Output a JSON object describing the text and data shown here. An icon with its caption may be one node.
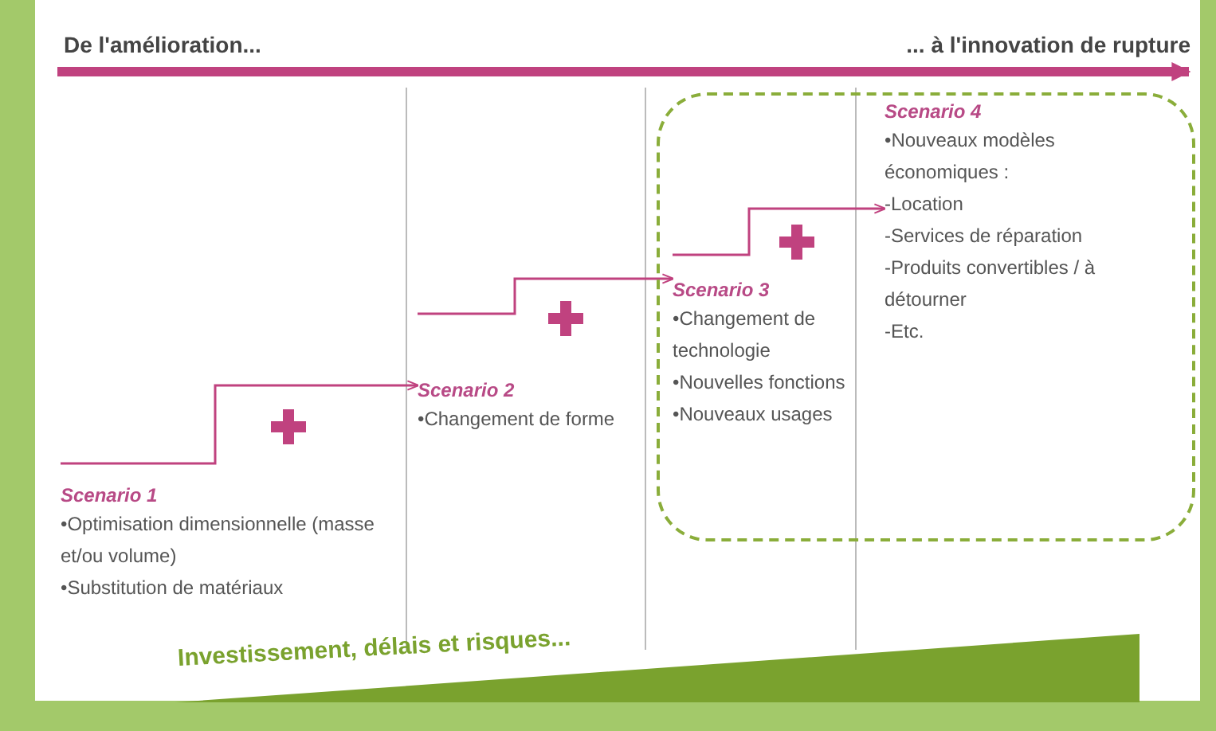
{
  "diagram": {
    "nodes": [
      {
        "text": [
          "Scenario 1",
          "•Optimisation dimensionnelle (masse et/ou volume)",
          "•Substitution de matériaux"
        ]
      },
      {
        "text": [
          "Scenario 2",
          "•Changement de forme"
        ]
      },
      {
        "text": [],
        "shape": "box"
      },
      {
        "text": [
          "Scenario 3",
          "•Changement de technologie",
          "•Nouvelles fonctions",
          "•Nouveaux usages"
        ],
        "in": 2
      },
      {
        "text": [
          "Scenario 4",
          "•Nouveaux modèles économiques :",
          "-Location",
          "-Services de réparation",
          "-Produits convertibles / à détourner",
          "-Etc."
        ],
        "in": 2
      }
    ],
    "edges": [
      {
        "from": 0,
        "to": 1,
        "arrow": "to"
      },
      {
        "from": 1,
        "to": 3,
        "arrow": "to"
      },
      {
        "from": 3,
        "to": 4,
        "arrow": "to"
      }
    ],
    "labels": [
      "De l'amélioration...",
      "... à l'innovation de rupture",
      "Investissement, délais et risques..."
    ]
  }
}
